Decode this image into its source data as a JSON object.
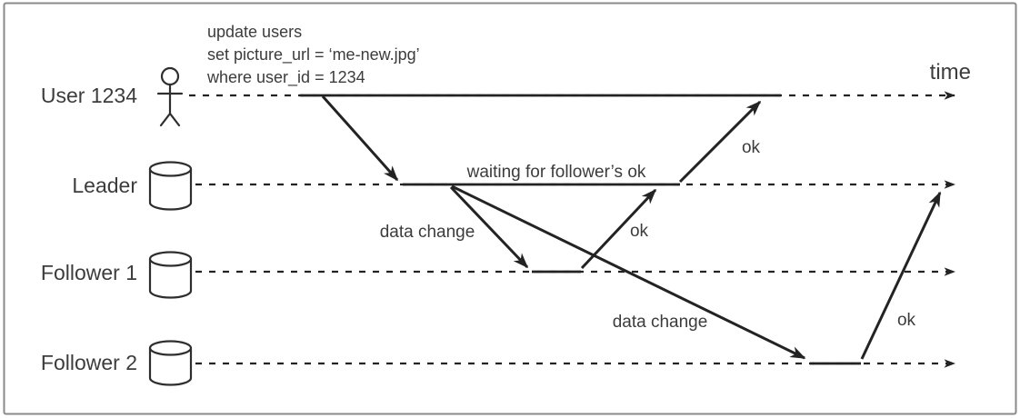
{
  "diagram": {
    "query_note": {
      "lines": [
        "update users",
        "set picture_url = ‘me-new.jpg’",
        "where user_id = 1234"
      ]
    },
    "time_axis_label": "time",
    "lanes": [
      {
        "label": "User 1234",
        "icon": "person-icon"
      },
      {
        "label": "Leader",
        "icon": "database-icon"
      },
      {
        "label": "Follower 1",
        "icon": "database-icon"
      },
      {
        "label": "Follower 2",
        "icon": "database-icon"
      }
    ],
    "messages": [
      {
        "from": "User 1234",
        "to": "Leader",
        "label": ""
      },
      {
        "from": "Leader",
        "to": "Follower 1",
        "label": "data change"
      },
      {
        "from": "Follower 1",
        "to": "Leader",
        "label": "ok"
      },
      {
        "from": "Leader",
        "to": "User 1234",
        "label": "ok"
      },
      {
        "from": "Leader",
        "to": "Follower 2",
        "label": "data change"
      },
      {
        "from": "Follower 2",
        "to": "Leader",
        "label": "ok"
      }
    ],
    "annotations": [
      {
        "label": "waiting for follower’s ok"
      }
    ],
    "colors": {
      "line": "#232323",
      "text": "#3c3c3c",
      "border": "#8a8a8a",
      "background": "#ffffff"
    }
  }
}
